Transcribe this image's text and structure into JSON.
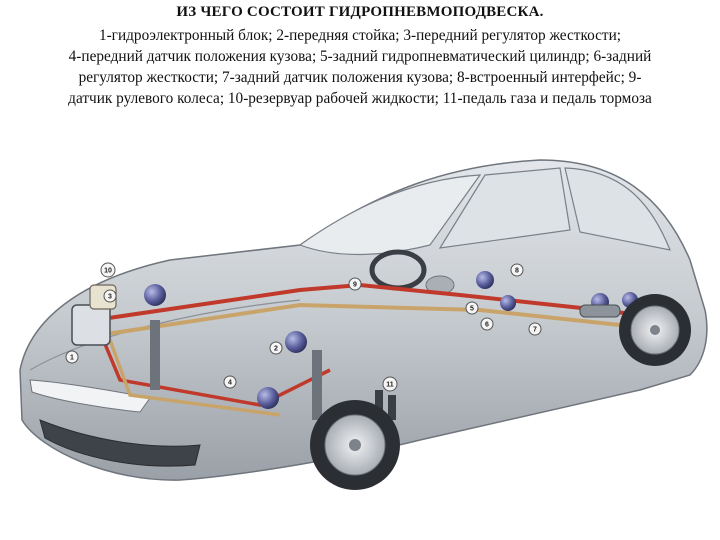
{
  "title": "ИЗ ЧЕГО СОСТОИТ ГИДРОПНЕВМОПОДВЕСКА.",
  "description_lines": [
    "1-гидроэлектронный блок; 2-передняя стойка; 3-передний регулятор жесткости;",
    "4-передний датчик положения кузова; 5-задний гидропневматический цилиндр; 6-задний",
    "регулятор жесткости; 7-задний датчик положения кузова; 8-встроенный интерфейс; 9-",
    "датчик рулевого колеса; 10-резервуар рабочей жидкости; 11-педаль газа и педаль тормоза"
  ],
  "callouts": [
    {
      "num": "1"
    },
    {
      "num": "2"
    },
    {
      "num": "3"
    },
    {
      "num": "4"
    },
    {
      "num": "5"
    },
    {
      "num": "6"
    },
    {
      "num": "7"
    },
    {
      "num": "8"
    },
    {
      "num": "9"
    },
    {
      "num": "10"
    },
    {
      "num": "11"
    }
  ],
  "colors": {
    "body": "#c9cdd2",
    "body_dark": "#8e949b",
    "glass": "#d8dde2",
    "pipe_red": "#c0392b",
    "pipe_tan": "#c9a46a",
    "sphere": "#4a4f8a"
  }
}
